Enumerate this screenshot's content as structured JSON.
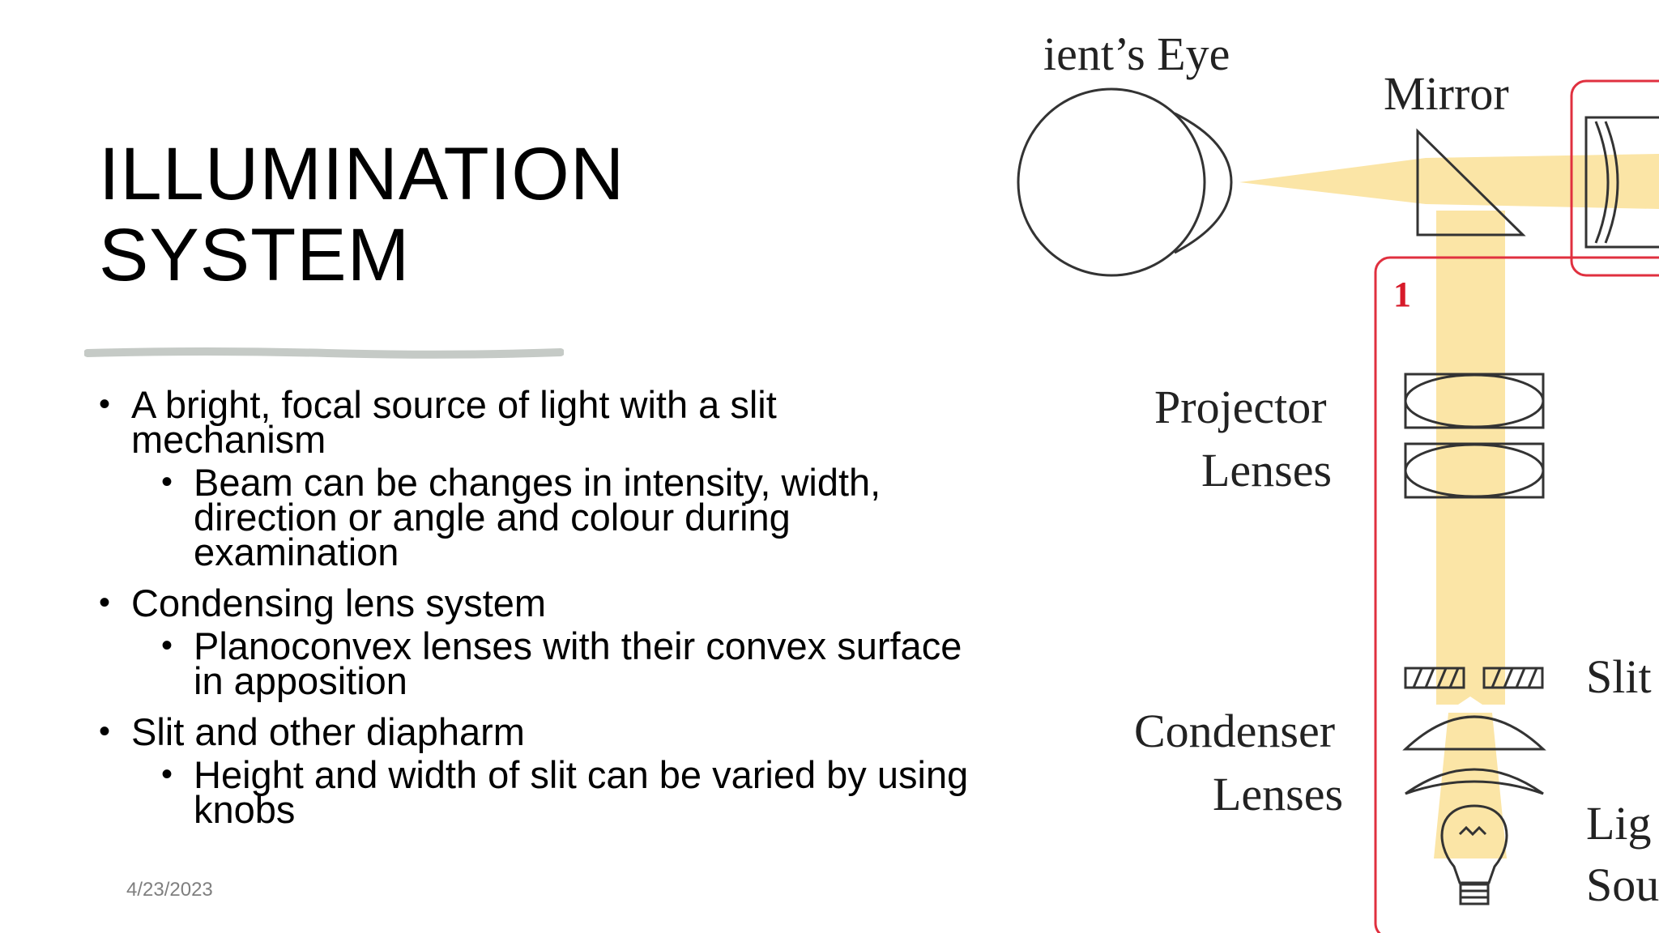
{
  "slide": {
    "title_lines": [
      "ILLUMINATION",
      "SYSTEM"
    ],
    "bullets": [
      {
        "text": "A bright, focal source of light with a slit mechanism",
        "subs": [
          "Beam can be changes in intensity, width, direction or angle and colour during examination"
        ]
      },
      {
        "text": "Condensing lens system",
        "subs": [
          "Planoconvex lenses with their convex surface in apposition"
        ]
      },
      {
        "text": "Slit and other diapharm",
        "subs": [
          "Height and width of slit can be varied by using knobs"
        ]
      }
    ],
    "bullet_glyph": "•",
    "date": "4/23/2023"
  },
  "diagram": {
    "labels": {
      "patients_eye": "ient’s Eye",
      "mirror": "Mirror",
      "section_number": "1",
      "projector": "Projector",
      "projector_lenses": "Lenses",
      "slit": "Slit",
      "condenser": "Condenser",
      "condenser_lenses": "Lenses",
      "light": "Lig",
      "source": "Sou"
    },
    "colors": {
      "beam": "#fbe5a6",
      "frame": "#e0303f",
      "outline": "#333333"
    }
  }
}
